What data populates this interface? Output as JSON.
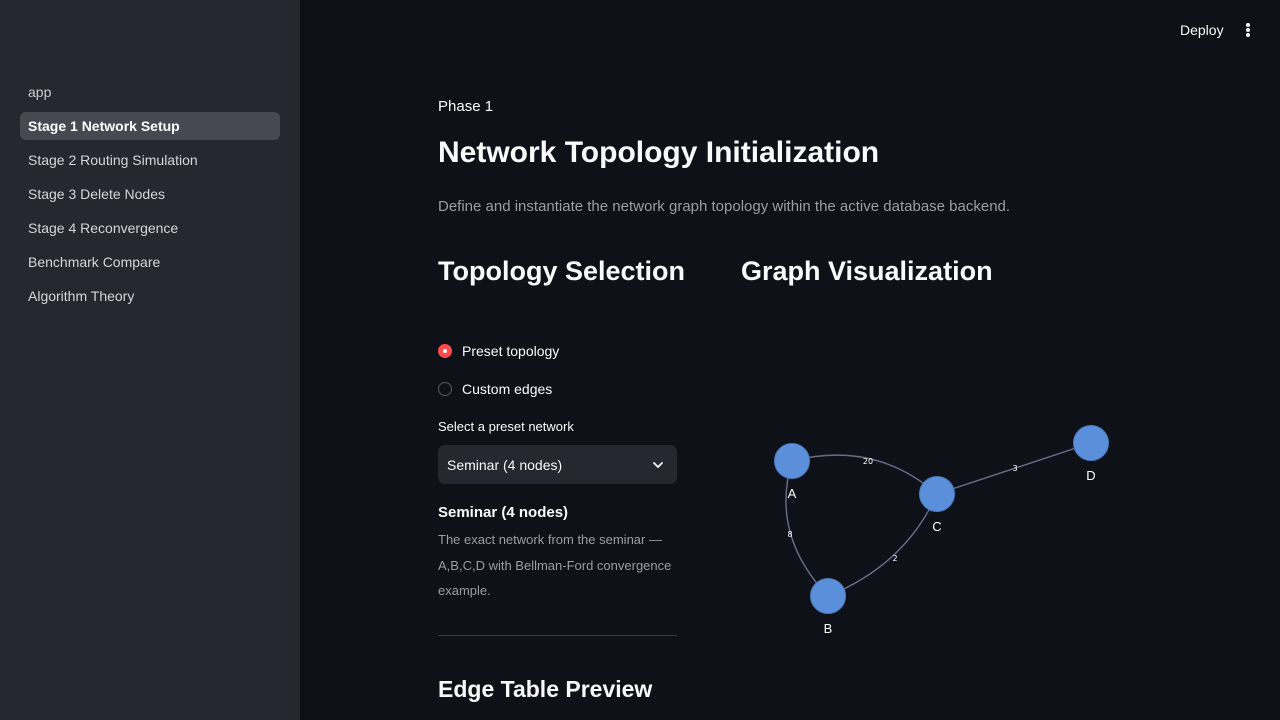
{
  "sidebar": {
    "items": [
      {
        "label": "app",
        "active": false
      },
      {
        "label": "Stage 1 Network Setup",
        "active": true
      },
      {
        "label": "Stage 2 Routing Simulation",
        "active": false
      },
      {
        "label": "Stage 3 Delete Nodes",
        "active": false
      },
      {
        "label": "Stage 4 Reconvergence",
        "active": false
      },
      {
        "label": "Benchmark Compare",
        "active": false
      },
      {
        "label": "Algorithm Theory",
        "active": false
      }
    ]
  },
  "header": {
    "deploy_label": "Deploy",
    "menu_icon": "vertical-ellipsis-icon"
  },
  "main": {
    "phase": "Phase 1",
    "title": "Network Topology Initialization",
    "description": "Define and instantiate the network graph topology within the active database backend.",
    "topology_selection": {
      "heading": "Topology Selection",
      "radio_options": [
        {
          "label": "Preset topology",
          "checked": true
        },
        {
          "label": "Custom edges",
          "checked": false
        }
      ],
      "select_label": "Select a preset network",
      "select_value": "Seminar (4 nodes)",
      "preset_name": "Seminar (4 nodes)",
      "preset_description": "The exact network from the seminar — A,B,C,D with Bellman-Ford convergence example."
    },
    "graph_visualization": {
      "heading": "Graph Visualization",
      "nodes": [
        "A",
        "B",
        "C",
        "D"
      ],
      "edges": [
        {
          "from": "A",
          "to": "C",
          "weight": "20"
        },
        {
          "from": "A",
          "to": "B",
          "weight": "8"
        },
        {
          "from": "B",
          "to": "C",
          "weight": "2"
        },
        {
          "from": "C",
          "to": "D",
          "weight": "3"
        }
      ]
    },
    "edge_table_title": "Edge Table Preview"
  },
  "colors": {
    "accent": "#ff4b4b",
    "node_fill": "#5b8fd9",
    "edge_color": "#6b6e8a",
    "background": "#0e1117",
    "sidebar_background": "#262730"
  }
}
